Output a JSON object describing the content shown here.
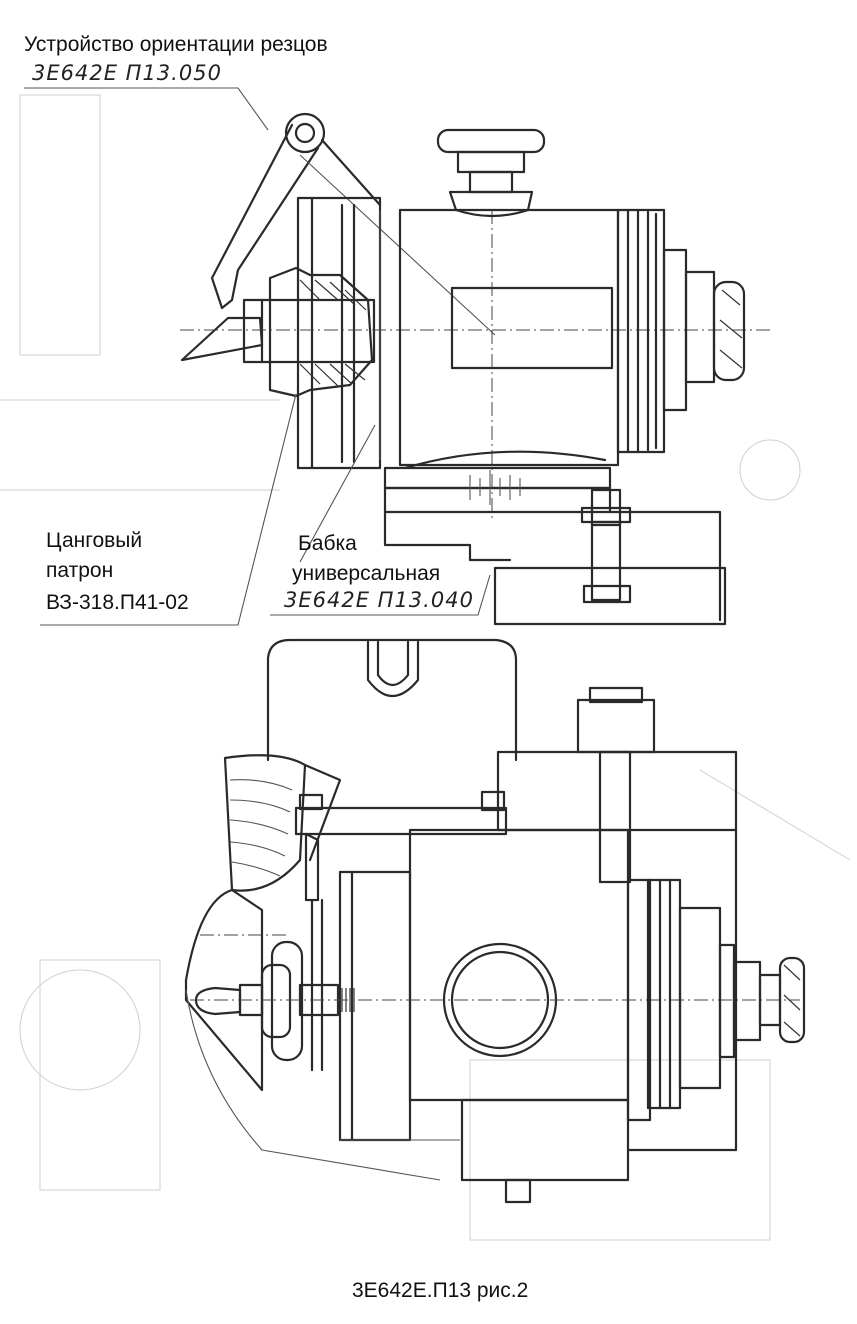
{
  "callouts": {
    "cutter_orientation_device": {
      "title": "Устройство ориентации резцов",
      "code": "3Е642Е П13.050"
    },
    "collet_chuck": {
      "line1": "Цанговый",
      "line2": "патрон",
      "line3": "ВЗ-318.П41-02"
    },
    "universal_head": {
      "line1": "Бабка",
      "line2": "универсальная",
      "code": "3Е642Е П13.040"
    }
  },
  "figure_caption": "3Е642Е.П13 рис.2"
}
